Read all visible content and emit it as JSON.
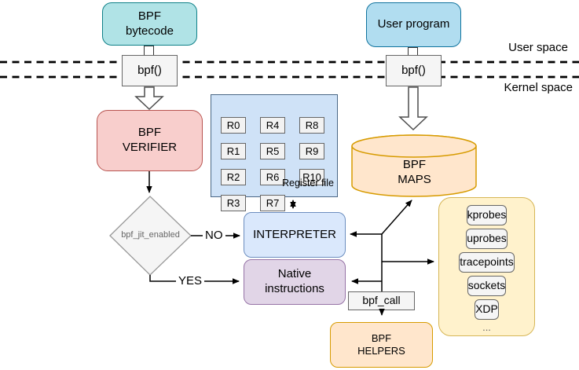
{
  "nodes": {
    "bpf_bytecode": "BPF\nbytecode",
    "user_program": "User program",
    "bpf_syscall_user": "bpf()",
    "bpf_syscall_kernel": "bpf()",
    "bpf_verifier": "BPF\nVERIFIER",
    "jit_decision": "bpf_jit_enabled",
    "interpreter": "INTERPRETER",
    "native_instructions": "Native\ninstructions",
    "bpf_maps": "BPF\nMAPS",
    "bpf_call": "bpf_call",
    "bpf_helpers": "BPF\nHELPERS"
  },
  "register_file": {
    "cells": [
      "R0",
      "R4",
      "R8",
      "R1",
      "R5",
      "R9",
      "R2",
      "R6",
      "R10",
      "R3",
      "R7"
    ],
    "label": "Register file"
  },
  "hooks": {
    "items": [
      "kprobes",
      "uprobes",
      "tracepoints",
      "sockets",
      "XDP"
    ],
    "more": "..."
  },
  "labels": {
    "user_space": "User space",
    "kernel_space": "Kernel space",
    "no": "NO",
    "yes": "YES"
  },
  "colors": {
    "teal_fill": "#b0e3e6",
    "teal_stroke": "#0e8088",
    "blue_fill": "#b1ddf0",
    "blue_stroke": "#10739e",
    "pink_fill": "#f8cecc",
    "pink_stroke": "#b85450",
    "lightblue_fill": "#dae8fc",
    "lightblue_stroke": "#6c8ebf",
    "register_fill": "#cfe2f7",
    "register_stroke": "#4a6785",
    "purple_fill": "#e1d5e7",
    "purple_stroke": "#9673a6",
    "orange_fill": "#ffe6cc",
    "orange_stroke": "#d79b00",
    "yellow_fill": "#fff2cc",
    "yellow_stroke": "#d6b656",
    "gray_fill": "#f5f5f5",
    "gray_stroke": "#666666",
    "line": "#000000"
  }
}
